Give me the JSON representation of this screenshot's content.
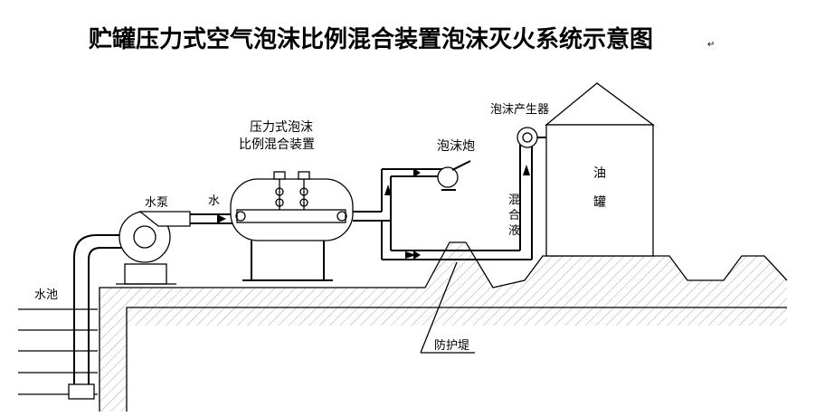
{
  "title": "贮罐压力式空气泡沫比例混合装置泡沫灭火系统示意图",
  "labels": {
    "mixer_line1": "压力式泡沫",
    "mixer_line2": "比例混合装置",
    "foam_cannon": "泡沫炮",
    "foam_generator": "泡沫产生器",
    "tank_char1": "油",
    "tank_char2": "罐",
    "water_pump": "水泵",
    "water": "水",
    "mixed_char1": "混",
    "mixed_char2": "合",
    "mixed_char3": "液",
    "pool": "水池",
    "dike": "防护堤"
  }
}
